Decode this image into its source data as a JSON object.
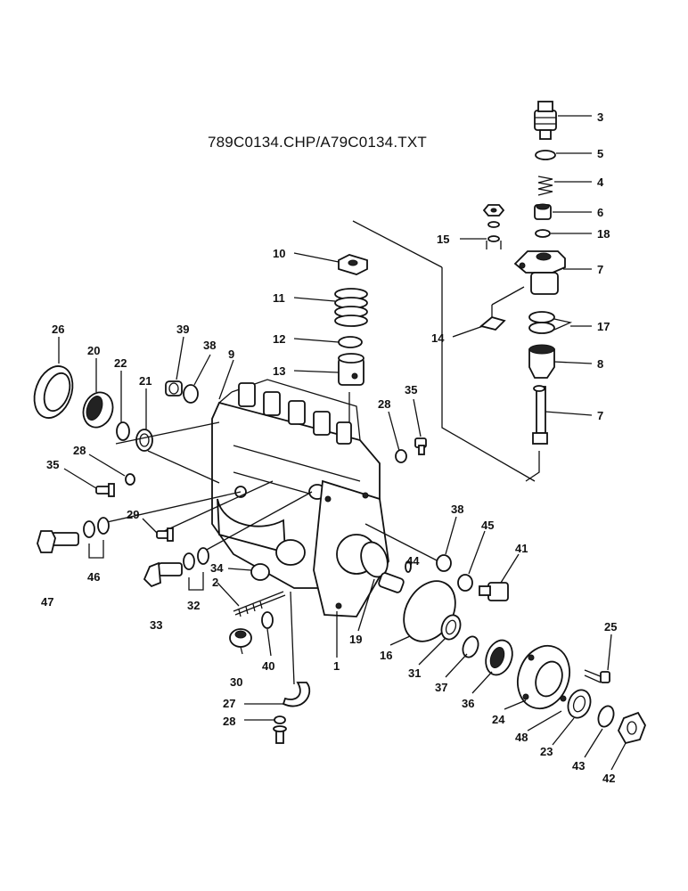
{
  "drawing": {
    "title": "789C0134.CHP/A79C0134.TXT"
  },
  "callouts": [
    {
      "id": "c3",
      "text": "3"
    },
    {
      "id": "c5",
      "text": "5"
    },
    {
      "id": "c4",
      "text": "4"
    },
    {
      "id": "c6",
      "text": "6"
    },
    {
      "id": "c18",
      "text": "18"
    },
    {
      "id": "c15",
      "text": "15"
    },
    {
      "id": "c7a",
      "text": "7"
    },
    {
      "id": "c10",
      "text": "10"
    },
    {
      "id": "c11",
      "text": "11"
    },
    {
      "id": "c12",
      "text": "12"
    },
    {
      "id": "c13",
      "text": "13"
    },
    {
      "id": "c14",
      "text": "14"
    },
    {
      "id": "c17",
      "text": "17"
    },
    {
      "id": "c8",
      "text": "8"
    },
    {
      "id": "c7b",
      "text": "7"
    },
    {
      "id": "c26",
      "text": "26"
    },
    {
      "id": "c20",
      "text": "20"
    },
    {
      "id": "c22",
      "text": "22"
    },
    {
      "id": "c21",
      "text": "21"
    },
    {
      "id": "c39",
      "text": "39"
    },
    {
      "id": "c38a",
      "text": "38"
    },
    {
      "id": "c9",
      "text": "9"
    },
    {
      "id": "c35a",
      "text": "35"
    },
    {
      "id": "c28a",
      "text": "28"
    },
    {
      "id": "c35b",
      "text": "35"
    },
    {
      "id": "c28b",
      "text": "28"
    },
    {
      "id": "c29",
      "text": "29"
    },
    {
      "id": "c47",
      "text": "47"
    },
    {
      "id": "c46",
      "text": "46"
    },
    {
      "id": "c34",
      "text": "34"
    },
    {
      "id": "c2",
      "text": "2"
    },
    {
      "id": "c33",
      "text": "33"
    },
    {
      "id": "c32",
      "text": "32"
    },
    {
      "id": "c30",
      "text": "30"
    },
    {
      "id": "c40",
      "text": "40"
    },
    {
      "id": "c27",
      "text": "27"
    },
    {
      "id": "c28c",
      "text": "28"
    },
    {
      "id": "c1",
      "text": "1"
    },
    {
      "id": "c19",
      "text": "19"
    },
    {
      "id": "c16",
      "text": "16"
    },
    {
      "id": "c38b",
      "text": "38"
    },
    {
      "id": "c45",
      "text": "45"
    },
    {
      "id": "c41",
      "text": "41"
    },
    {
      "id": "c44",
      "text": "44"
    },
    {
      "id": "c31",
      "text": "31"
    },
    {
      "id": "c37",
      "text": "37"
    },
    {
      "id": "c36",
      "text": "36"
    },
    {
      "id": "c24",
      "text": "24"
    },
    {
      "id": "c25",
      "text": "25"
    },
    {
      "id": "c48",
      "text": "48"
    },
    {
      "id": "c23",
      "text": "23"
    },
    {
      "id": "c43",
      "text": "43"
    },
    {
      "id": "c42",
      "text": "42"
    }
  ]
}
